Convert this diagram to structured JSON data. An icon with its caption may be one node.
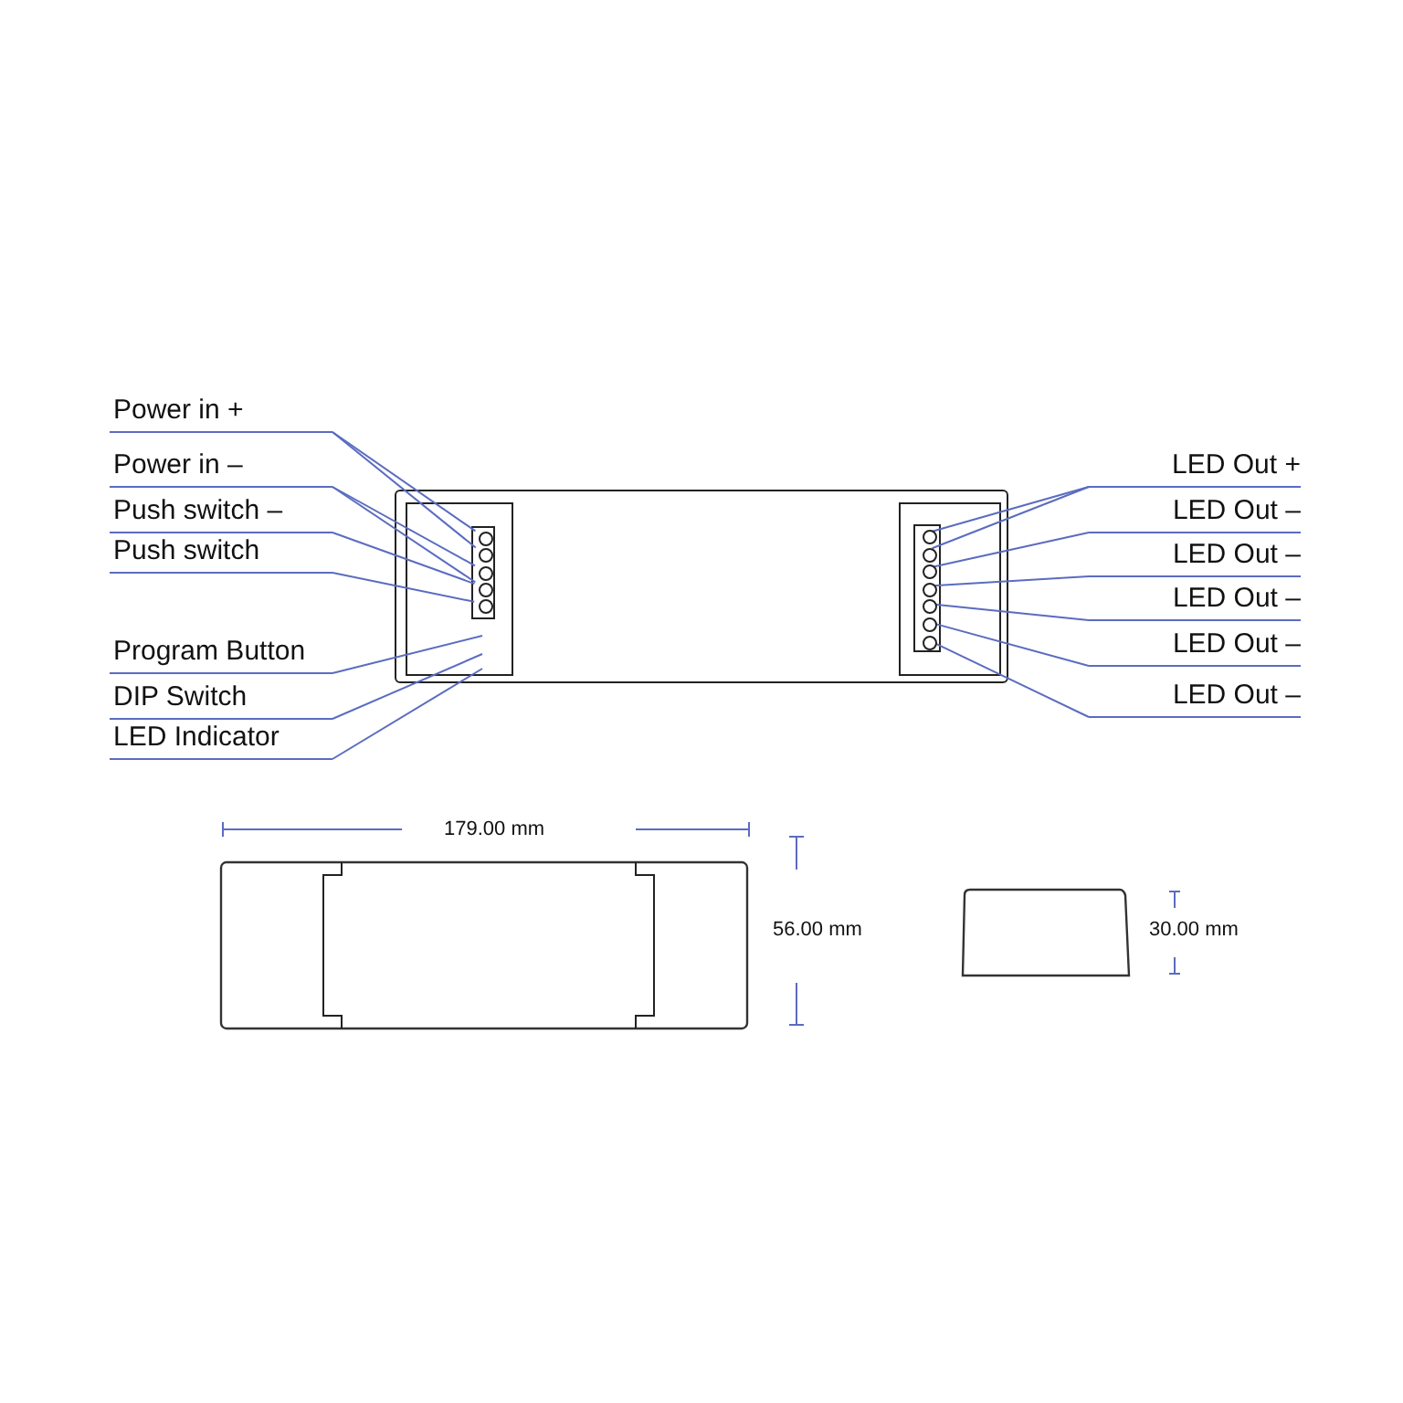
{
  "diagram": {
    "nodes": [
      {
        "text": [],
        "shape": "box"
      },
      {
        "text": [],
        "shape": "box",
        "in": 0
      },
      {
        "text": [],
        "shape": "circle",
        "in": 1
      },
      {
        "text": [],
        "shape": "circle",
        "in": 1
      },
      {
        "text": [],
        "shape": "circle",
        "in": 1
      },
      {
        "text": [],
        "shape": "circle",
        "in": 1
      },
      {
        "text": [],
        "shape": "circle",
        "in": 1
      },
      {
        "text": [],
        "shape": "box",
        "in": 0
      },
      {
        "text": [],
        "shape": "circle",
        "in": 7
      },
      {
        "text": [],
        "shape": "circle",
        "in": 7
      },
      {
        "text": [],
        "shape": "circle",
        "in": 7
      },
      {
        "text": [],
        "shape": "circle",
        "in": 7
      },
      {
        "text": [],
        "shape": "circle",
        "in": 7
      },
      {
        "text": [],
        "shape": "circle",
        "in": 7
      },
      {
        "text": [],
        "shape": "circle",
        "in": 7
      },
      {
        "text": [
          "Power in +"
        ]
      },
      {
        "text": [
          "Power in –"
        ]
      },
      {
        "text": [
          "Push switch –"
        ]
      },
      {
        "text": [
          "Push switch"
        ]
      },
      {
        "text": [
          "Program Button"
        ]
      },
      {
        "text": [
          "DIP Switch"
        ]
      },
      {
        "text": [
          "LED Indicator"
        ]
      },
      {
        "text": [
          "LED Out +"
        ]
      },
      {
        "text": [
          "LED Out –"
        ]
      },
      {
        "text": [
          "LED Out –"
        ]
      },
      {
        "text": [
          "LED Out –"
        ]
      },
      {
        "text": [
          "LED Out –"
        ]
      },
      {
        "text": [
          "LED Out –"
        ]
      }
    ],
    "edges": [
      {
        "from": 15,
        "to": 2,
        "arrow": "none"
      },
      {
        "from": 15,
        "to": 3,
        "arrow": "none"
      },
      {
        "from": 16,
        "to": 4,
        "arrow": "none"
      },
      {
        "from": 16,
        "to": 5,
        "arrow": "none"
      },
      {
        "from": 17,
        "to": 5,
        "arrow": "none"
      },
      {
        "from": 18,
        "to": 6,
        "arrow": "none"
      },
      {
        "from": 19,
        "to": 0,
        "arrow": "none"
      },
      {
        "from": 20,
        "to": 0,
        "arrow": "none"
      },
      {
        "from": 21,
        "to": 0,
        "arrow": "none"
      },
      {
        "from": 22,
        "to": 8,
        "arrow": "none"
      },
      {
        "from": 22,
        "to": 9,
        "arrow": "none"
      },
      {
        "from": 23,
        "to": 10,
        "arrow": "none"
      },
      {
        "from": 24,
        "to": 11,
        "arrow": "none"
      },
      {
        "from": 25,
        "to": 12,
        "arrow": "none"
      },
      {
        "from": 26,
        "to": 13,
        "arrow": "none"
      },
      {
        "from": 27,
        "to": 14,
        "arrow": "none"
      }
    ],
    "labels": [
      "179.00 mm",
      "56.00 mm",
      "30.00 mm"
    ]
  }
}
